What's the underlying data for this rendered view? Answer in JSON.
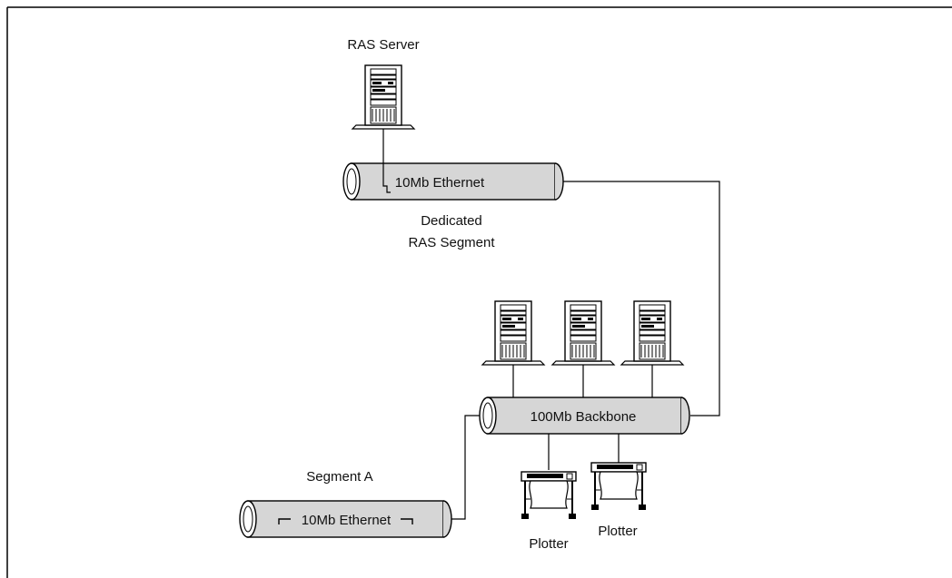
{
  "diagram": {
    "ras_server_label": "RAS Server",
    "ras_segment_pipe_label": "10Mb Ethernet",
    "ras_segment_caption_line1": "Dedicated",
    "ras_segment_caption_line2": "RAS Segment",
    "backbone_label": "100Mb Backbone",
    "segment_a_label": "Segment A",
    "segment_a_pipe_label": "10Mb Ethernet",
    "plotter_1_label": "Plotter",
    "plotter_2_label": "Plotter",
    "colors": {
      "pipe_fill": "#d6d6d6",
      "line": "#000000",
      "background": "#ffffff"
    }
  }
}
